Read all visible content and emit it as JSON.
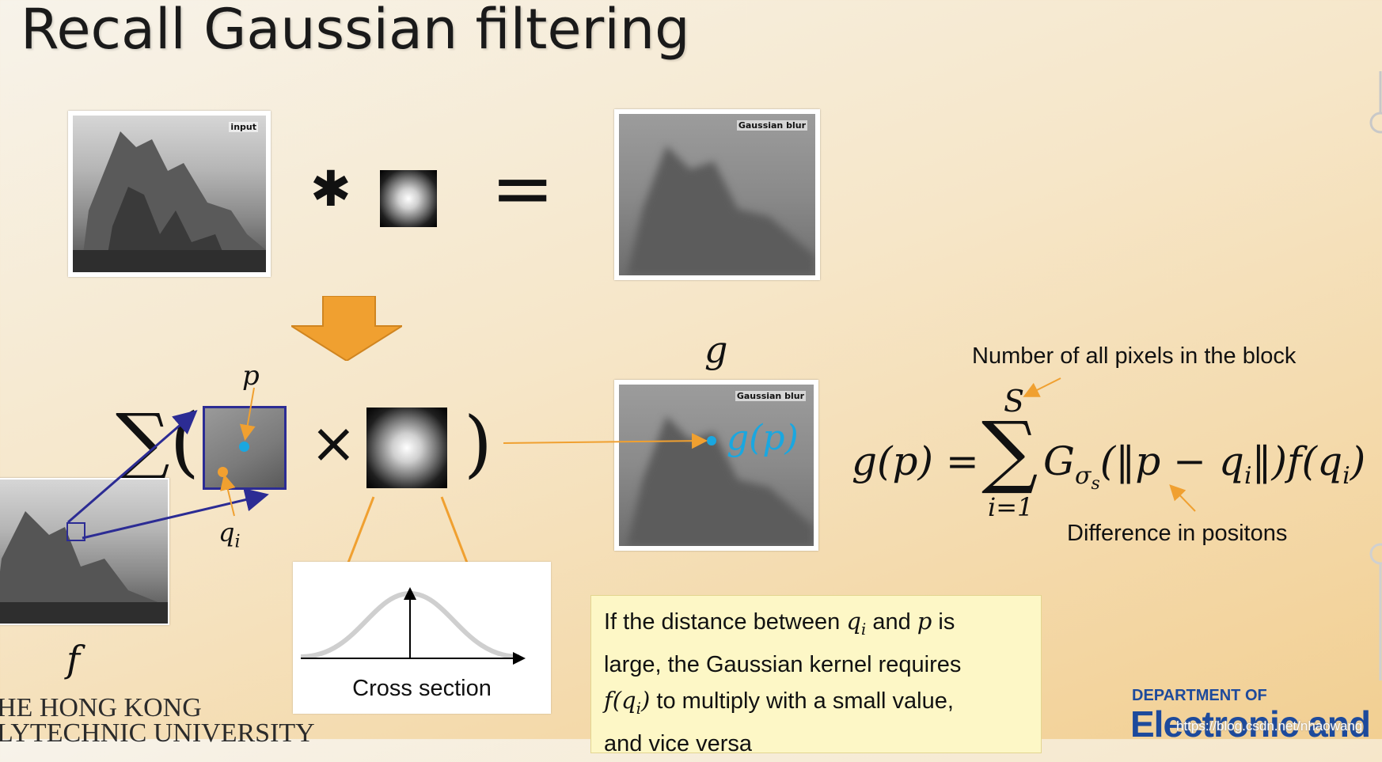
{
  "slide": {
    "title": "Recall Gaussian filtering",
    "images": {
      "input_caption": "input",
      "blur_caption": "Gaussian blur",
      "blur2_caption": "Gaussian blur"
    },
    "operators": {
      "convolve": "✱",
      "equals": "=",
      "sum": "∑(",
      "times": "×",
      "close_paren": ")"
    },
    "labels": {
      "f": "f",
      "g": "g",
      "p": "p",
      "q": "q",
      "q_sub": "i",
      "gp": "g(p)"
    },
    "cross_section": {
      "label": "Cross section"
    },
    "formula": {
      "lhs": "g(p) = ",
      "upper": "S",
      "lower": "i=1",
      "g": "G",
      "sigma": "σ",
      "s": "s",
      "body": "(‖p − q",
      "body_sub": "i",
      "body_end": "‖)f(q",
      "body_end_sub": "i",
      "close": ")"
    },
    "annotations": {
      "top": "Number of all pixels in the block",
      "bottom": "Difference in positons"
    },
    "note": {
      "line1_a": "If the distance between ",
      "line1_q": "q",
      "line1_sub": "i",
      "line1_b": " and ",
      "line1_p": "p",
      "line1_c": " is",
      "line2": "large, the Gaussian kernel requires",
      "line3_f": "f(q",
      "line3_sub": "i",
      "line3_close": ")",
      "line3_rest": " to multiply with a small value,",
      "line4": "and vice versa"
    },
    "footer": {
      "university_line1": "HE HONG KONG",
      "university_line2": "LYTECHNIC UNIVERSITY",
      "dept_line1": "DEPARTMENT OF",
      "dept_line2": "Electronic and",
      "watermark": "https://blog.csdn.net/nhaowang"
    },
    "colors": {
      "arrow_orange": "#f0a030",
      "navy": "#2c2c94",
      "cyan": "#1aa7e0",
      "dot_orange": "#f2a030"
    }
  }
}
